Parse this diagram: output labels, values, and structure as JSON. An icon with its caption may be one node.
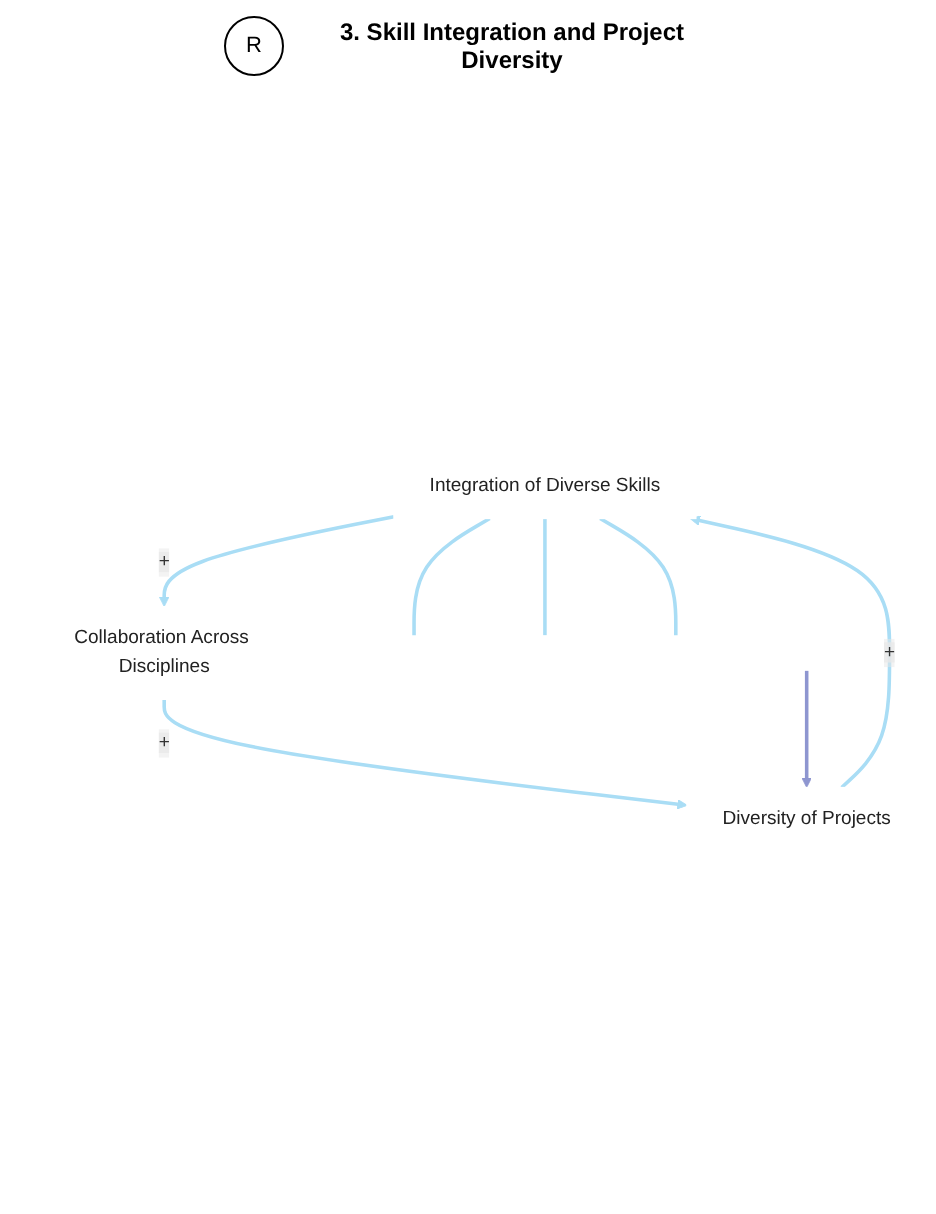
{
  "diagram": {
    "nodes": [
      {
        "text": [
          "Integration of Diverse Skills"
        ]
      },
      {
        "text": [
          "Collaboration Across Disciplines"
        ]
      },
      {
        "text": [
          "Diversity of Projects"
        ]
      }
    ],
    "edges": [
      {
        "from": 0,
        "to": null,
        "arrow": "none"
      },
      {
        "from": 0,
        "to": null,
        "arrow": "none"
      },
      {
        "from": 0,
        "to": null,
        "arrow": "none"
      },
      {
        "from": 0,
        "to": 1,
        "arrow": "to",
        "label": "+"
      },
      {
        "from": 1,
        "to": 2,
        "arrow": "to",
        "label": "+"
      },
      {
        "from": 2,
        "to": 0,
        "arrow": "to",
        "label": "+"
      },
      {
        "from": null,
        "to": 2,
        "arrow": "to",
        "color": "#8e96d0"
      }
    ],
    "labels": [
      "R",
      "3. Skill Integration and Project Diversity"
    ]
  }
}
